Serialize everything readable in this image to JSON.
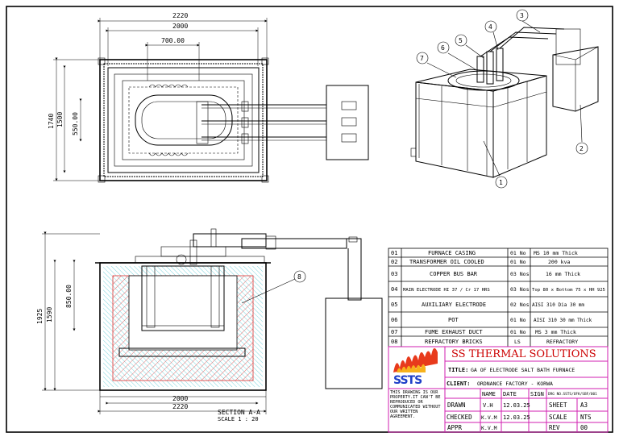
{
  "dimensions": {
    "plan_overall_width": "2220",
    "plan_inner_width": "2000",
    "plan_pot_width": "700.00",
    "plan_overall_height": "1740",
    "plan_inner_height": "1500",
    "plan_pot_height": "550.00",
    "section_overall_height": "1925",
    "section_inner_height": "1590",
    "section_pot_depth": "850.00",
    "section_inner_width": "2000",
    "section_overall_width": "2220"
  },
  "section": {
    "title": "SECTION A-A",
    "scale": "SCALE 1 : 20"
  },
  "iso_callouts": [
    "1",
    "2",
    "3",
    "4",
    "5",
    "6",
    "7"
  ],
  "section_callout": "8",
  "bom": [
    {
      "no": "01",
      "desc": "FURNACE CASING",
      "qty": "01 No",
      "spec": "MS 10 mm Thick"
    },
    {
      "no": "02",
      "desc": "TRANSFORMER OIL COOLED",
      "qty": "01 No",
      "spec": "200 kva"
    },
    {
      "no": "03",
      "desc": "COPPER BUS BAR",
      "qty": "03 Nos",
      "spec": "16 mm Thick"
    },
    {
      "no": "04",
      "desc": "MAIN ELECTRODE HI 37 / Cr 17 HRS",
      "qty": "03 Nos",
      "spec": "Top 80 x Bottom 75 x HH 925"
    },
    {
      "no": "05",
      "desc": "AUXILIARY ELECTRODE",
      "qty": "02 Nos",
      "spec": "AISI 310 Dia 30 mm"
    },
    {
      "no": "06",
      "desc": "POT",
      "qty": "01 No",
      "spec": "AISI 310 30 mm Thick"
    },
    {
      "no": "07",
      "desc": "FUME EXHAUST DUCT",
      "qty": "01 No",
      "spec": "MS 3 mm Thick"
    },
    {
      "no": "08",
      "desc": "REFRACTORY BRICKS",
      "qty": "LS",
      "spec": "REFRACTORY"
    }
  ],
  "title_block": {
    "company": "SS THERMAL SOLUTIONS",
    "logo_text": "SSTS",
    "title_label": "TITLE:",
    "title": "GA OF ELECTRODE SALT BATH FURNACE",
    "client_label": "CLIENT:",
    "client": "ORDNANCE FACTORY - KORWA",
    "notice": "THIS DRAWING IS OUR PROPERTY.IT CAN'T BE REPRODUCED OR COMMUNICATED WITHOUT OUR WRITTEN AGREEMENT.",
    "col_name": "NAME",
    "col_date": "DATE",
    "col_sign": "SIGN",
    "drg_no": "DRG NO.SSTS/OFK/SBF/001",
    "drawn_label": "DRAWN",
    "drawn_name": "V.H",
    "drawn_date": "12.03.25",
    "checked_label": "CHECKED",
    "checked_name": "K.V.M",
    "checked_date": "12.03.25",
    "appr_label": "APPR",
    "appr_name": "K.V.M",
    "sheet_label": "SHEET",
    "sheet_value": "A3",
    "scale_label": "SCALE",
    "scale_value": "NTS",
    "rev_label": "REV",
    "rev_value": "00"
  },
  "colors": {
    "border": "#000000",
    "title_frame": "#d21fb0",
    "company": "#cc0000",
    "logo": "#1e40c8",
    "flame": "#e83a1c",
    "hatch_red": "#e03030",
    "hatch_cyan": "#22b8c8"
  }
}
